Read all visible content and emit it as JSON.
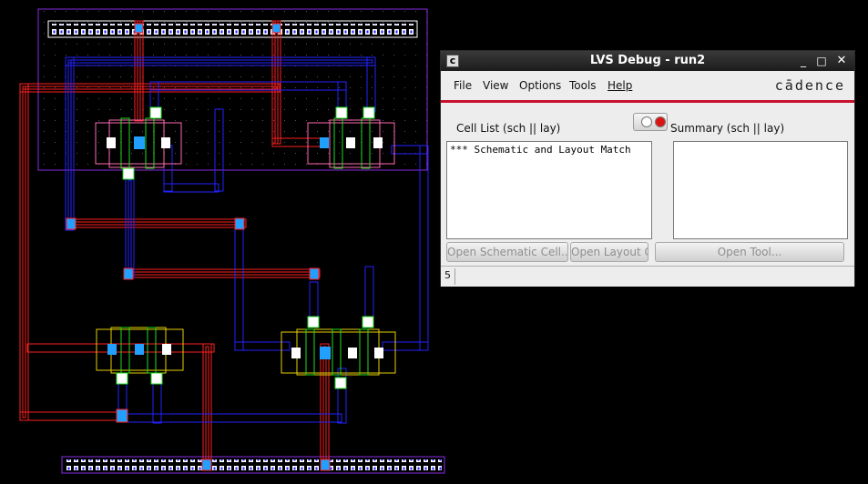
{
  "window": {
    "title": "LVS Debug - run2",
    "app_icon": "c",
    "controls": {
      "minimize": "_",
      "maximize": "□",
      "close": "✕"
    }
  },
  "menu": {
    "file": "File",
    "view": "View",
    "options": "Options",
    "tools": "Tools",
    "help": "Help"
  },
  "brand": "cādence",
  "cell_list": {
    "label": "Cell List (sch || lay)",
    "items": [
      "*** Schematic and Layout Match"
    ]
  },
  "summary": {
    "label": "Summary (sch || lay)"
  },
  "buttons": {
    "open_schematic": "Open Schematic Cell...",
    "open_layout": "Open Layout Cell...",
    "open_tool": "Open Tool..."
  },
  "status": {
    "count": "5"
  },
  "colors": {
    "metal1": "#2222ff",
    "poly": "#ff2020",
    "nwell_outline": "#8a2be2",
    "diffusion": "#e8d000",
    "via": "#22a0ff",
    "contact": "#ffffff",
    "implant": "#1fdc1f",
    "brand_red": "#c8102e"
  }
}
